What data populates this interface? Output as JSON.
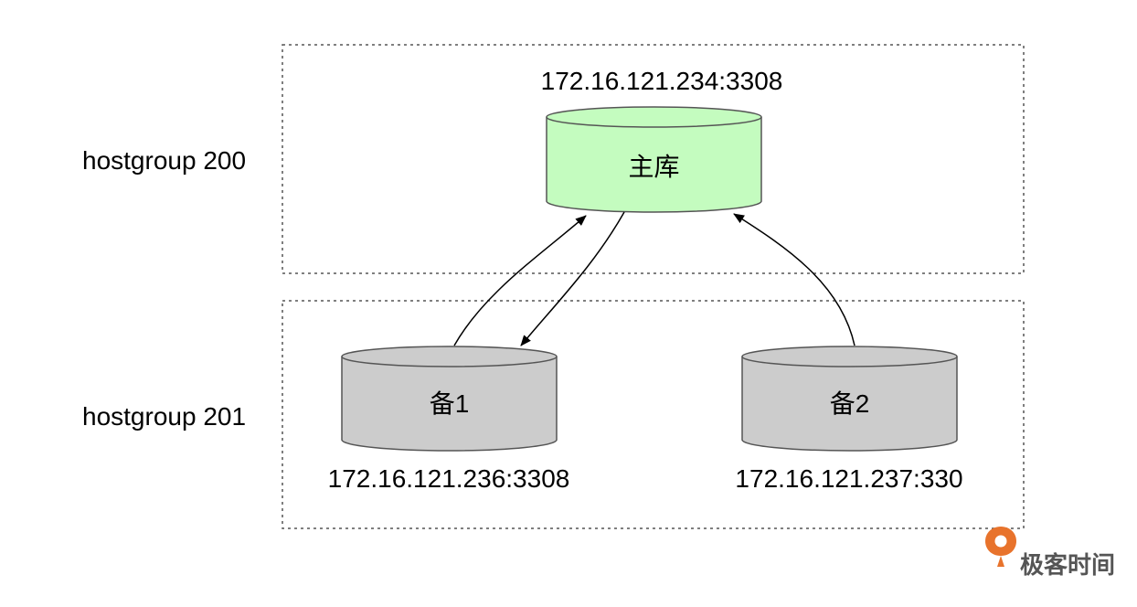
{
  "groups": [
    {
      "id": "hg200",
      "label": "hostgroup 200"
    },
    {
      "id": "hg201",
      "label": "hostgroup 201"
    }
  ],
  "nodes": [
    {
      "id": "primary",
      "label": "主库",
      "address": "172.16.121.234:3308",
      "color": "#c4fcbf"
    },
    {
      "id": "replica1",
      "label": "备1",
      "address": "172.16.121.236:3308",
      "color": "#cccccc"
    },
    {
      "id": "replica2",
      "label": "备2",
      "address": "172.16.121.237:330",
      "color": "#cccccc"
    }
  ],
  "edges": [
    {
      "from": "replica1",
      "to": "primary"
    },
    {
      "from": "primary",
      "to": "replica1"
    },
    {
      "from": "replica2",
      "to": "primary"
    }
  ],
  "brand": {
    "name": "极客时间",
    "color": "#e8732c",
    "icon": "geektime-logo-icon"
  }
}
